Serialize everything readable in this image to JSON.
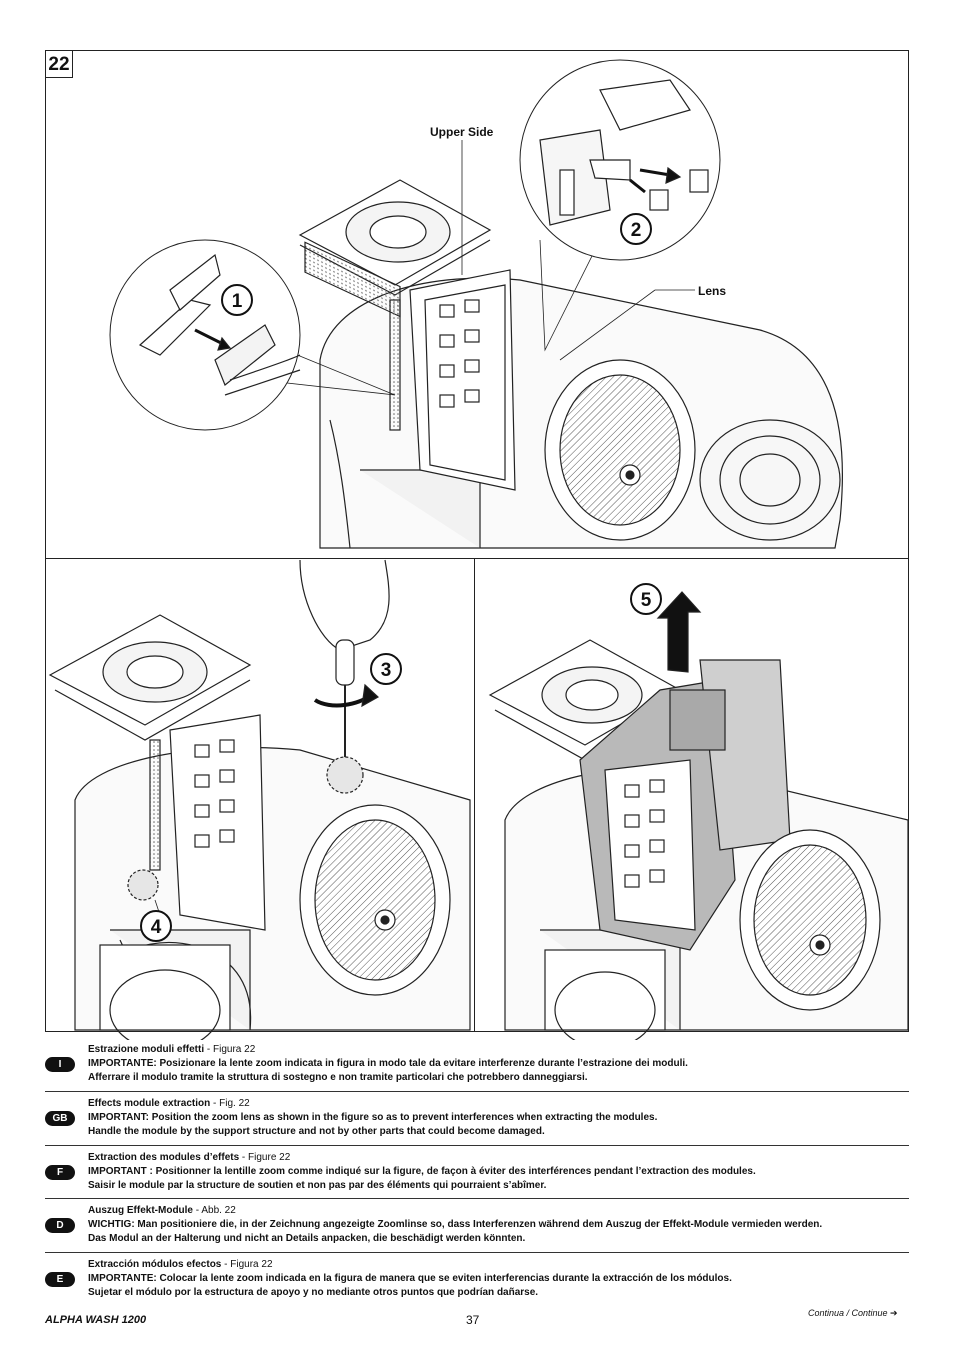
{
  "figure": {
    "number": "22",
    "labels": {
      "upper_side": "Upper Side",
      "lens": "Lens"
    },
    "steps": [
      "1",
      "2",
      "3",
      "4",
      "5"
    ]
  },
  "instructions": [
    {
      "lang": "I",
      "title": "Estrazione moduli effetti",
      "ref": " - Figura 22",
      "line1": "IMPORTANTE: Posizionare la lente zoom indicata in figura in modo tale da evitare interferenze durante l’estrazione dei moduli.",
      "line2": "Afferrare il modulo tramite la struttura di sostegno e non tramite particolari che potrebbero danneggiarsi."
    },
    {
      "lang": "GB",
      "title": "Effects module extraction",
      "ref": " - Fig. 22",
      "line1": "IMPORTANT: Position the zoom lens as shown in the figure so as to prevent interferences when extracting the modules.",
      "line2": "Handle the module by the support structure and not by other parts that could become damaged."
    },
    {
      "lang": "F",
      "title": "Extraction des modules d’effets",
      "ref": " - Figure 22",
      "line1": "IMPORTANT : Positionner la lentille zoom comme indiqué sur la figure, de façon à éviter des interférences pendant l’extraction des modules.",
      "line2": "Saisir le module par la structure de soutien et non pas par des éléments qui pourraient s’abîmer."
    },
    {
      "lang": "D",
      "title": "Auszug Effekt-Module",
      "ref": " - Abb. 22",
      "line1": "WICHTIG: Man positioniere die, in der Zeichnung angezeigte Zoomlinse so, dass Interferenzen während dem Auszug der Effekt-Module vermieden werden.",
      "line2": "Das Modul an der Halterung und nicht an Details anpacken, die beschädigt werden könnten."
    },
    {
      "lang": "E",
      "title": "Extracción módulos efectos",
      "ref": " - Figura 22",
      "line1": "IMPORTANTE: Colocar la lente zoom indicada en la figura de manera que se eviten interferencias durante la extracción de los módulos.",
      "line2": "Sujetar el módulo por la estructura de apoyo y no mediante otros puntos que podrían dañarse."
    }
  ],
  "footer": {
    "model": "ALPHA WASH 1200",
    "page": "37",
    "continue": "Continua / Continue ➔"
  }
}
